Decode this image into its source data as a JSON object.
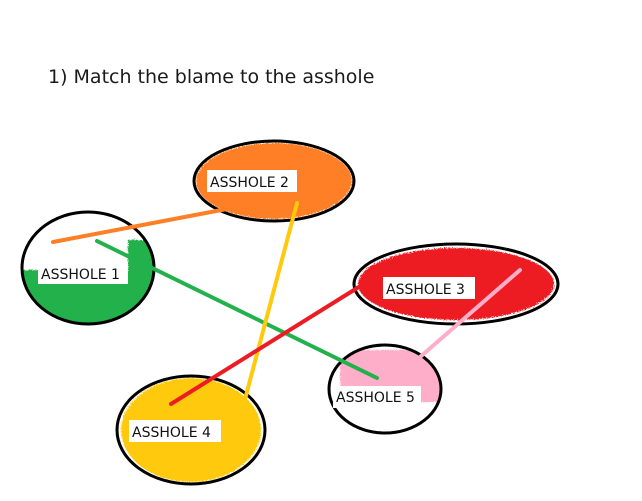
{
  "title": "1) Match the blame to the asshole",
  "nodes": [
    {
      "id": "asshole-1",
      "label": "ASSHOLE 1",
      "fill": "#22b14c"
    },
    {
      "id": "asshole-2",
      "label": "ASSHOLE 2",
      "fill": "#ff7f27"
    },
    {
      "id": "asshole-3",
      "label": "ASSHOLE 3",
      "fill": "#ed1c24"
    },
    {
      "id": "asshole-4",
      "label": "ASSHOLE 4",
      "fill": "#ffc90e"
    },
    {
      "id": "asshole-5",
      "label": "ASSHOLE 5",
      "fill": "#ffaec9"
    }
  ],
  "connections": [
    {
      "from": "asshole-2",
      "to": "asshole-1",
      "color": "#ff7f27"
    },
    {
      "from": "asshole-1",
      "to": "asshole-5",
      "color": "#22b14c"
    },
    {
      "from": "asshole-2",
      "to": "asshole-4",
      "color": "#ffc90e"
    },
    {
      "from": "asshole-3",
      "to": "asshole-4",
      "color": "#ed1c24"
    },
    {
      "from": "asshole-3",
      "to": "asshole-5",
      "color": "#ffaec9"
    }
  ]
}
